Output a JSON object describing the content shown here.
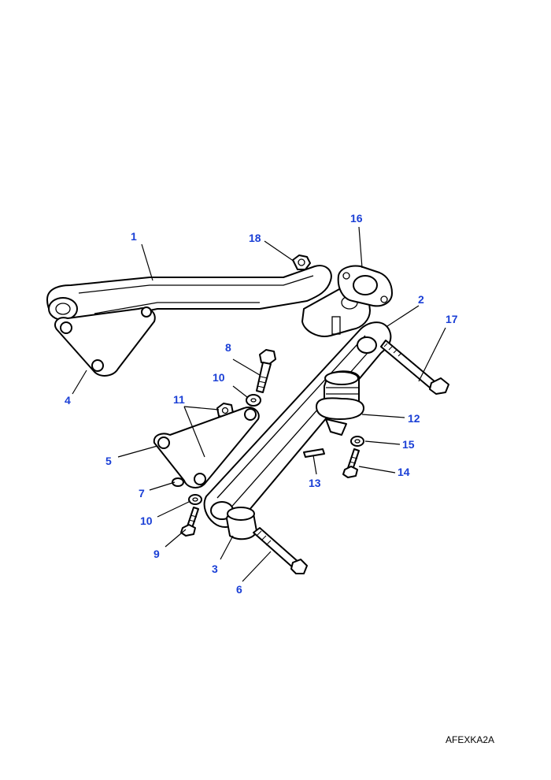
{
  "drawing_code": "AFEXKA2A",
  "label_color": "#1a3fd6",
  "callouts": [
    {
      "id": "c1",
      "text": "1"
    },
    {
      "id": "c2",
      "text": "2"
    },
    {
      "id": "c3",
      "text": "3"
    },
    {
      "id": "c4",
      "text": "4"
    },
    {
      "id": "c5",
      "text": "5"
    },
    {
      "id": "c6",
      "text": "6"
    },
    {
      "id": "c7",
      "text": "7"
    },
    {
      "id": "c8",
      "text": "8"
    },
    {
      "id": "c9",
      "text": "9"
    },
    {
      "id": "c10a",
      "text": "10"
    },
    {
      "id": "c10b",
      "text": "10"
    },
    {
      "id": "c11",
      "text": "11"
    },
    {
      "id": "c12",
      "text": "12"
    },
    {
      "id": "c13",
      "text": "13"
    },
    {
      "id": "c14",
      "text": "14"
    },
    {
      "id": "c15",
      "text": "15"
    },
    {
      "id": "c16",
      "text": "16"
    },
    {
      "id": "c17",
      "text": "17"
    },
    {
      "id": "c18",
      "text": "18"
    }
  ]
}
